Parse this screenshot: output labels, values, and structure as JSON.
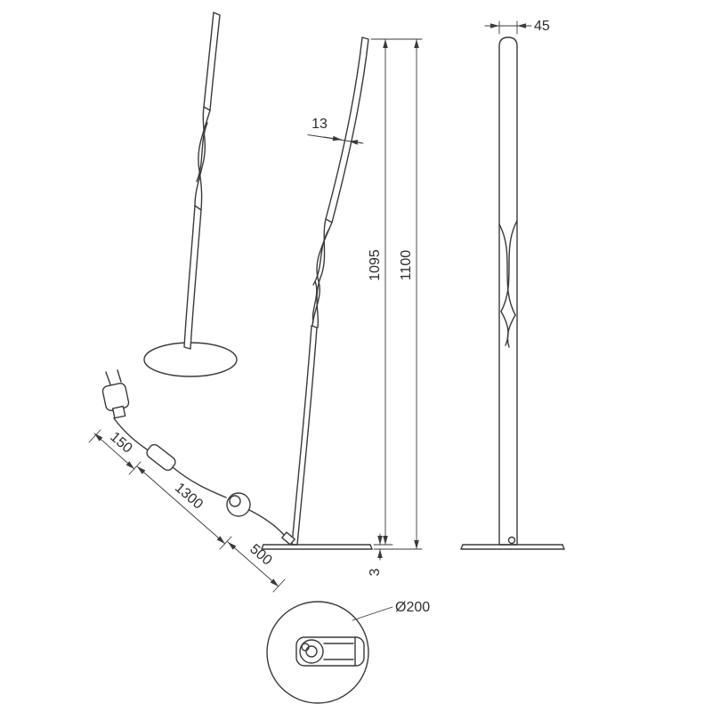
{
  "drawing": {
    "line_color": "#3a3a3a",
    "background": "#ffffff",
    "labels": {
      "side_width": "45",
      "pole_depth": "13",
      "pole_height": "1095",
      "total_height": "1100",
      "base_plate_thickness": "3",
      "base_diameter": "Ø200",
      "cable_plug_to_driver": "150",
      "cable_driver_to_switch": "1300",
      "cable_switch_to_base": "500"
    }
  }
}
